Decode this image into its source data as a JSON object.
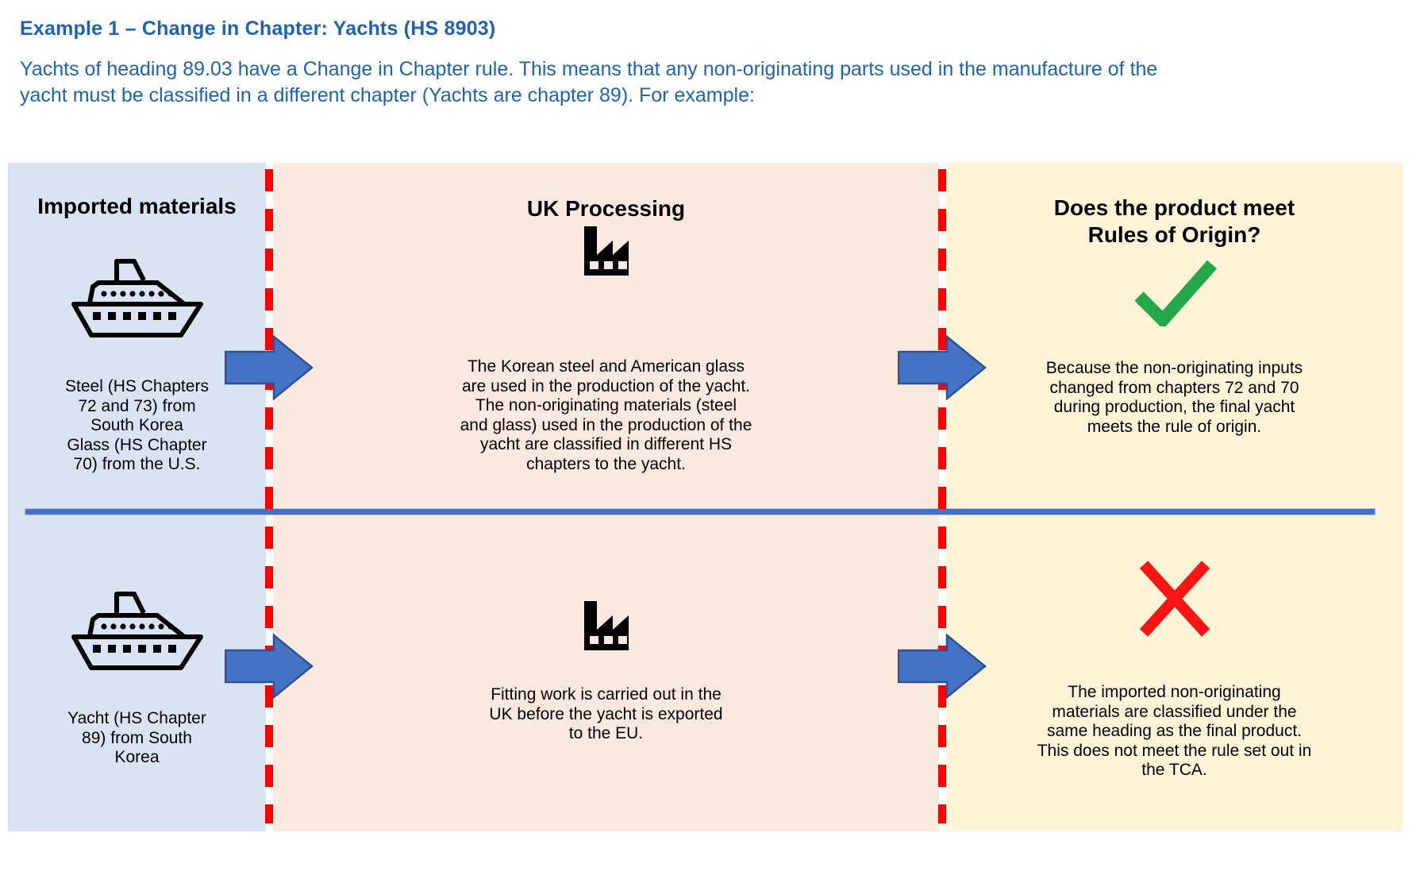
{
  "page": {
    "title": "Example 1 – Change in Chapter: Yachts (HS 8903)",
    "intro": "Yachts of heading 89.03 have a Change in Chapter rule. This means that any non-originating parts used in the manufacture of the yacht must be classified in a different chapter (Yachts are chapter 89). For example:"
  },
  "diagram": {
    "headers": [
      "Imported materials",
      "UK Processing",
      "Does the product meet\nRules of Origin?"
    ],
    "rows": [
      {
        "imported": "Steel (HS Chapters\n72 and 73) from\nSouth Korea\nGlass (HS Chapter\n70) from the U.S.",
        "imported_icon": "ship-icon",
        "processing": "The Korean steel and American glass\nare used in the production of the yacht.\nThe non-originating materials (steel\nand glass) used in the production of the\nyacht are classified in different HS\nchapters to the yacht.",
        "processing_icon": "factory-icon",
        "outcome": "Because the non-originating inputs\nchanged from chapters 72 and 70\nduring production, the final yacht\nmeets the rule of origin.",
        "result_icon": "green-check"
      },
      {
        "imported": "Yacht (HS Chapter\n89) from South\nKorea",
        "imported_icon": "ship-icon",
        "processing": "Fitting work is carried out in the\nUK before the yacht is exported\nto the EU.",
        "processing_icon": "factory-icon",
        "outcome": "The imported non-originating\nmaterials are classified under the\nsame heading as the final product.\nThis does not meet the rule set out in\nthe TCA.",
        "result_icon": "red-cross"
      }
    ]
  },
  "colors": {
    "heading_text_blue": "#1E63B0",
    "imported_column_bg": "#DAE3F3",
    "processing_column_bg": "#FBE8DF",
    "outcome_column_bg": "#FDF4D8",
    "arrow_fill": "#4472C4",
    "arrow_border": "#2F528F",
    "divider_blue": "#4472C4",
    "dashed_line_red": "#FF0000",
    "check_green": "#22A849",
    "cross_red": "#FA1414",
    "icon_black": "#000000"
  }
}
